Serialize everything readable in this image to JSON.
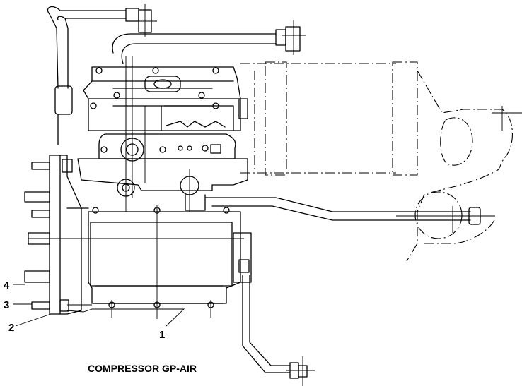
{
  "caption": "COMPRESSOR GP-AIR",
  "callouts": {
    "c1": "1",
    "c2": "2",
    "c3": "3",
    "c4": "4"
  }
}
